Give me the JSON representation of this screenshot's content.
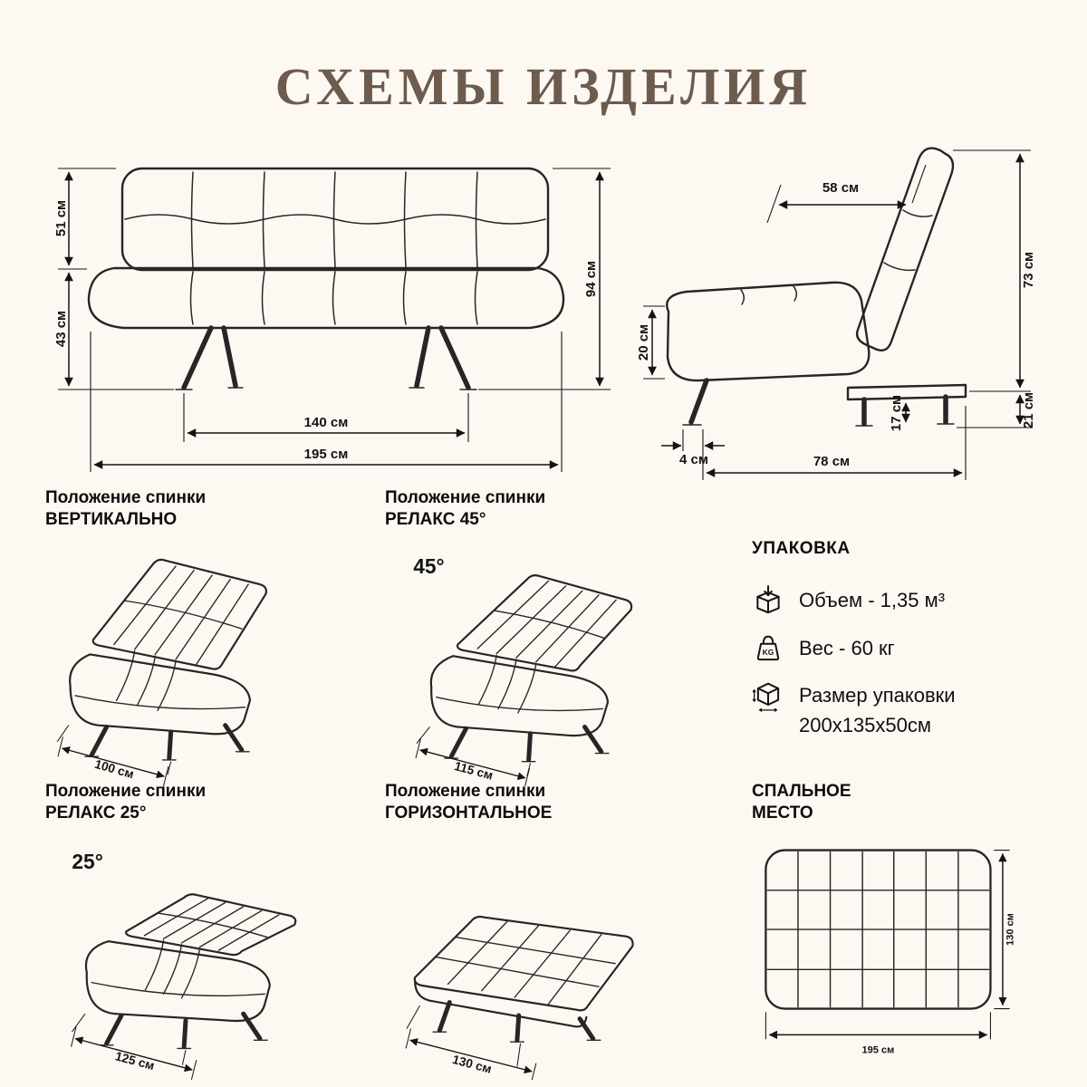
{
  "title": "СХЕМЫ ИЗДЕЛИЯ",
  "front_view": {
    "h_back": "51 см",
    "h_seat": "43 см",
    "h_total": "94 см",
    "w_legs": "140 см",
    "w_total": "195 см"
  },
  "side_view": {
    "depth_back": "58 см",
    "h_back": "73 см",
    "h_seat": "20 см",
    "h_foot": "17 см",
    "h_legs": "21 см",
    "foot_offset": "4 см",
    "depth_total": "78 см"
  },
  "positions": {
    "vertical": {
      "title_line1": "Положение спинки",
      "title_line2": "ВЕРТИКАЛЬНО",
      "depth": "100 см"
    },
    "relax45": {
      "title_line1": "Положение спинки",
      "title_line2": "РЕЛАКС 45°",
      "angle": "45°",
      "depth": "115 см"
    },
    "relax25": {
      "title_line1": "Положение спинки",
      "title_line2": "РЕЛАКС 25°",
      "angle": "25°",
      "depth": "125 см"
    },
    "horizontal": {
      "title_line1": "Положение спинки",
      "title_line2": "ГОРИЗОНТАЛЬНОЕ",
      "depth": "130 см"
    }
  },
  "packaging": {
    "title": "УПАКОВКА",
    "volume": "Объем - 1,35 м³",
    "weight": "Вес - 60 кг",
    "size_label": "Размер упаковки",
    "size_value": "200х135х50см",
    "kg_icon_label": "KG"
  },
  "sleeping": {
    "title_line1": "СПАЛЬНОЕ",
    "title_line2": "МЕСТО",
    "width": "195 см",
    "length": "130 см"
  }
}
